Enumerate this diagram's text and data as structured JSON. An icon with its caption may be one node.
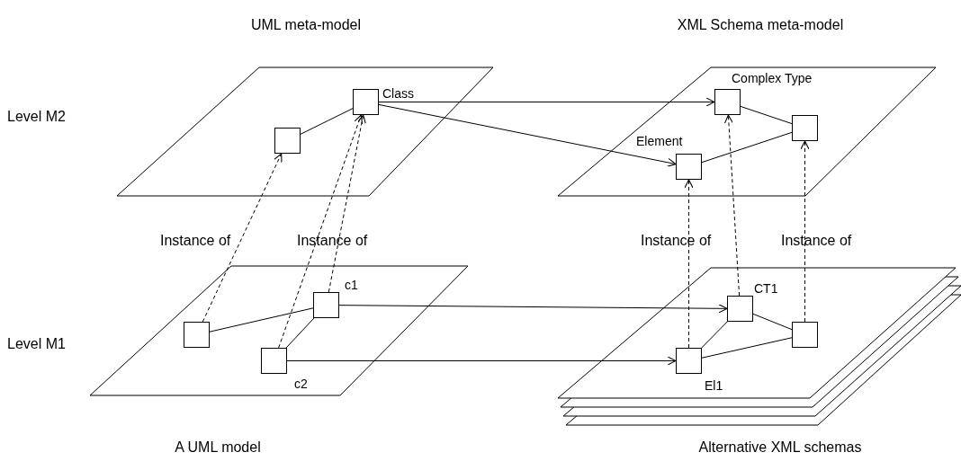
{
  "diagram": {
    "nodes": [
      {
        "text": [
          "UML meta-model"
        ]
      },
      {
        "text": [],
        "shape": "box",
        "in": 0,
        "beside": [
          "Class"
        ]
      },
      {
        "text": [],
        "shape": "box",
        "in": 0
      },
      {
        "text": [
          "XML Schema meta-model"
        ]
      },
      {
        "text": [],
        "shape": "box",
        "in": 3,
        "beside": [
          "Complex Type"
        ]
      },
      {
        "text": [],
        "shape": "box",
        "in": 3
      },
      {
        "text": [],
        "shape": "box",
        "in": 3,
        "beside": [
          "Element"
        ]
      },
      {
        "text": [
          "A UML model"
        ]
      },
      {
        "text": [],
        "shape": "box",
        "in": 7,
        "beside": [
          "c1"
        ]
      },
      {
        "text": [],
        "shape": "box",
        "in": 7
      },
      {
        "text": [],
        "shape": "box",
        "in": 7,
        "beside": [
          "c2"
        ]
      },
      {
        "text": [
          "Alternative XML schemas"
        ]
      },
      {
        "text": [],
        "shape": "box",
        "in": 11,
        "beside": [
          "CT1"
        ]
      },
      {
        "text": [],
        "shape": "box",
        "in": 11
      },
      {
        "text": [],
        "shape": "box",
        "in": 11,
        "beside": [
          "El1"
        ]
      }
    ],
    "edges": [
      {
        "from": 1,
        "to": 4,
        "arrow": "to"
      },
      {
        "from": 1,
        "to": 6,
        "arrow": "to"
      },
      {
        "from": 2,
        "to": 1,
        "arrow": "none"
      },
      {
        "from": 4,
        "to": 5,
        "arrow": "none"
      },
      {
        "from": 6,
        "to": 5,
        "arrow": "none"
      },
      {
        "from": 9,
        "to": 2,
        "arrow": "to",
        "style": "dashed"
      },
      {
        "from": 10,
        "to": 1,
        "arrow": "to",
        "style": "dashed"
      },
      {
        "from": 8,
        "to": 1,
        "arrow": "to",
        "style": "dashed"
      },
      {
        "from": 14,
        "to": 6,
        "arrow": "to",
        "style": "dashed"
      },
      {
        "from": 12,
        "to": 4,
        "arrow": "to",
        "style": "dashed"
      },
      {
        "from": 13,
        "to": 5,
        "arrow": "to",
        "style": "dashed"
      },
      {
        "from": 9,
        "to": 8,
        "arrow": "none"
      },
      {
        "from": 8,
        "to": 10,
        "arrow": "none"
      },
      {
        "from": 8,
        "to": 12,
        "arrow": "to"
      },
      {
        "from": 10,
        "to": 14,
        "arrow": "to"
      },
      {
        "from": 12,
        "to": 13,
        "arrow": "none"
      },
      {
        "from": 14,
        "to": 12,
        "arrow": "none"
      },
      {
        "from": 14,
        "to": 13,
        "arrow": "none"
      }
    ],
    "labels": [
      "Level M2",
      "Instance of",
      "Instance of",
      "Instance of",
      "Instance of",
      "Level M1"
    ]
  }
}
